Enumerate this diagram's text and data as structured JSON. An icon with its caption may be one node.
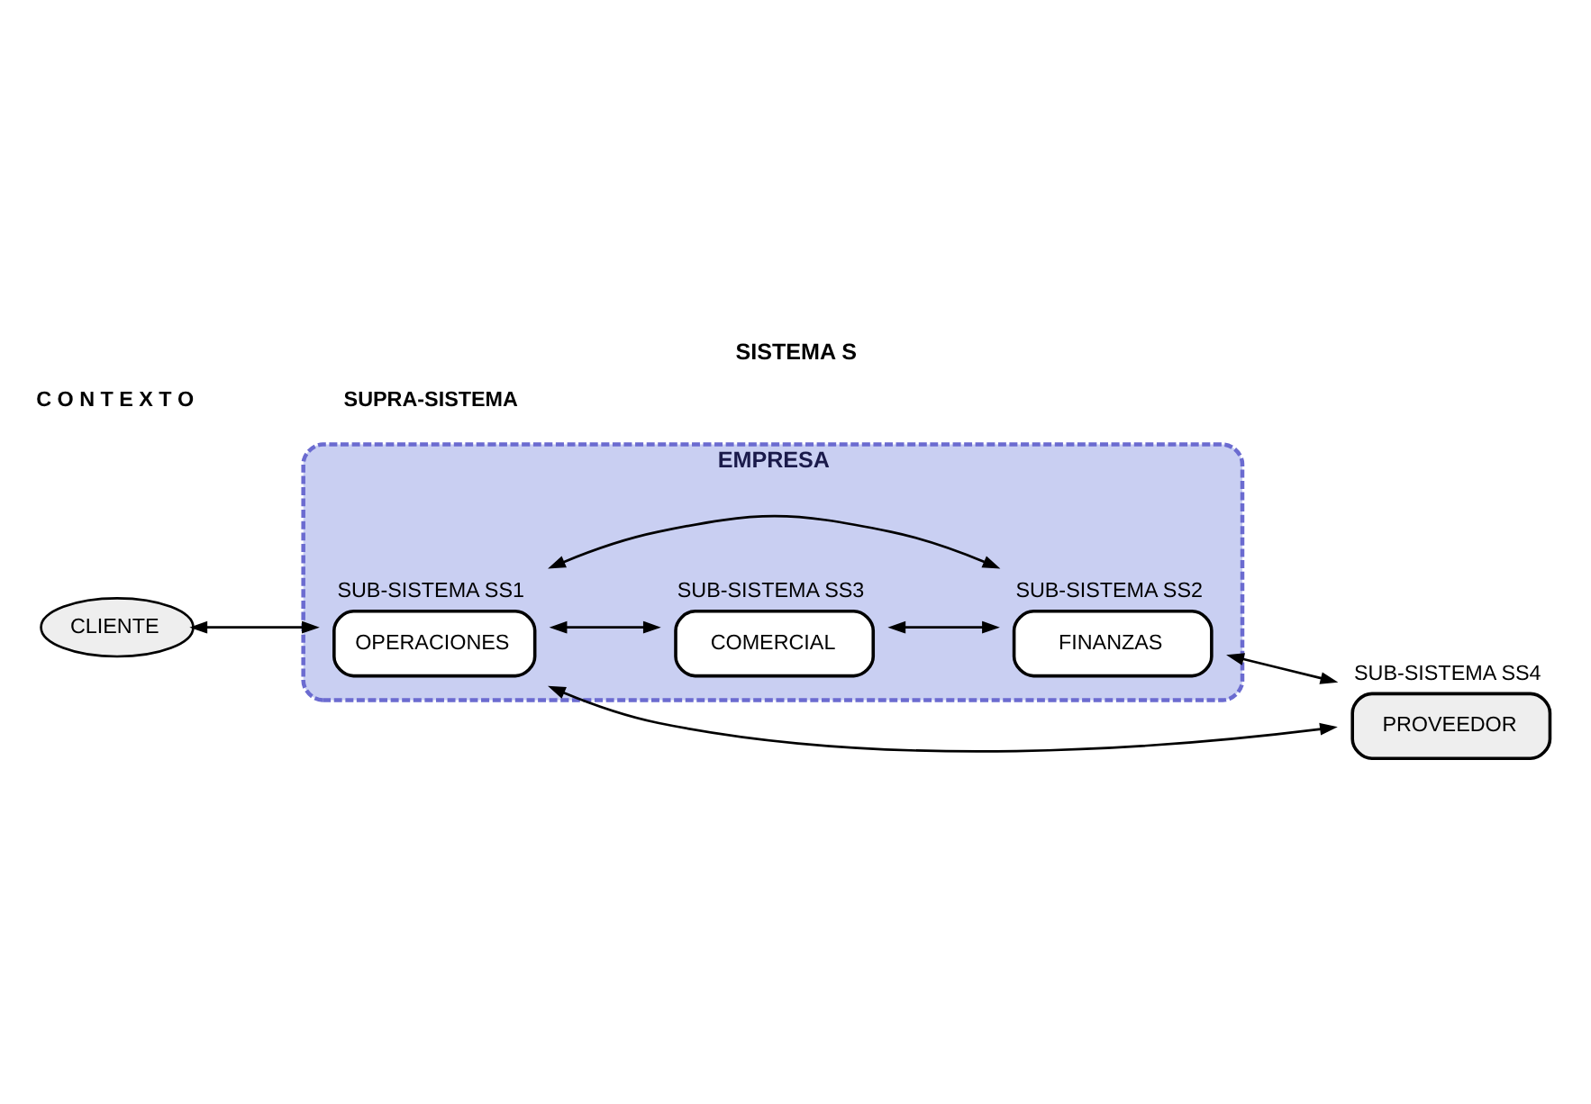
{
  "diagram": {
    "title": "SISTEMA S",
    "nodes": [
      {
        "text": [
          "EMPRESA"
        ]
      },
      {
        "text": [
          "CLIENTE"
        ]
      },
      {
        "text": [
          "OPERACIONES"
        ],
        "in": 0,
        "beside": [
          "SUB-SISTEMA SS1"
        ]
      },
      {
        "text": [
          "COMERCIAL"
        ],
        "in": 0,
        "beside": [
          "SUB-SISTEMA SS3"
        ]
      },
      {
        "text": [
          "FINANZAS"
        ],
        "in": 0,
        "beside": [
          "SUB-SISTEMA SS2"
        ]
      },
      {
        "text": [
          "PROVEEDOR"
        ],
        "beside": [
          "SUB-SISTEMA SS4"
        ]
      }
    ],
    "edges": [
      {
        "from": 1,
        "to": 2,
        "arrow": "both"
      },
      {
        "from": 2,
        "to": 3,
        "arrow": "both"
      },
      {
        "from": 2,
        "to": 4,
        "arrow": "both"
      },
      {
        "from": 3,
        "to": 4,
        "arrow": "both"
      },
      {
        "from": 4,
        "to": 5,
        "arrow": "both"
      },
      {
        "from": 2,
        "to": 5,
        "arrow": "both"
      }
    ],
    "labels": [
      "C O N T E X T O",
      "SUPRA-SISTEMA"
    ]
  }
}
